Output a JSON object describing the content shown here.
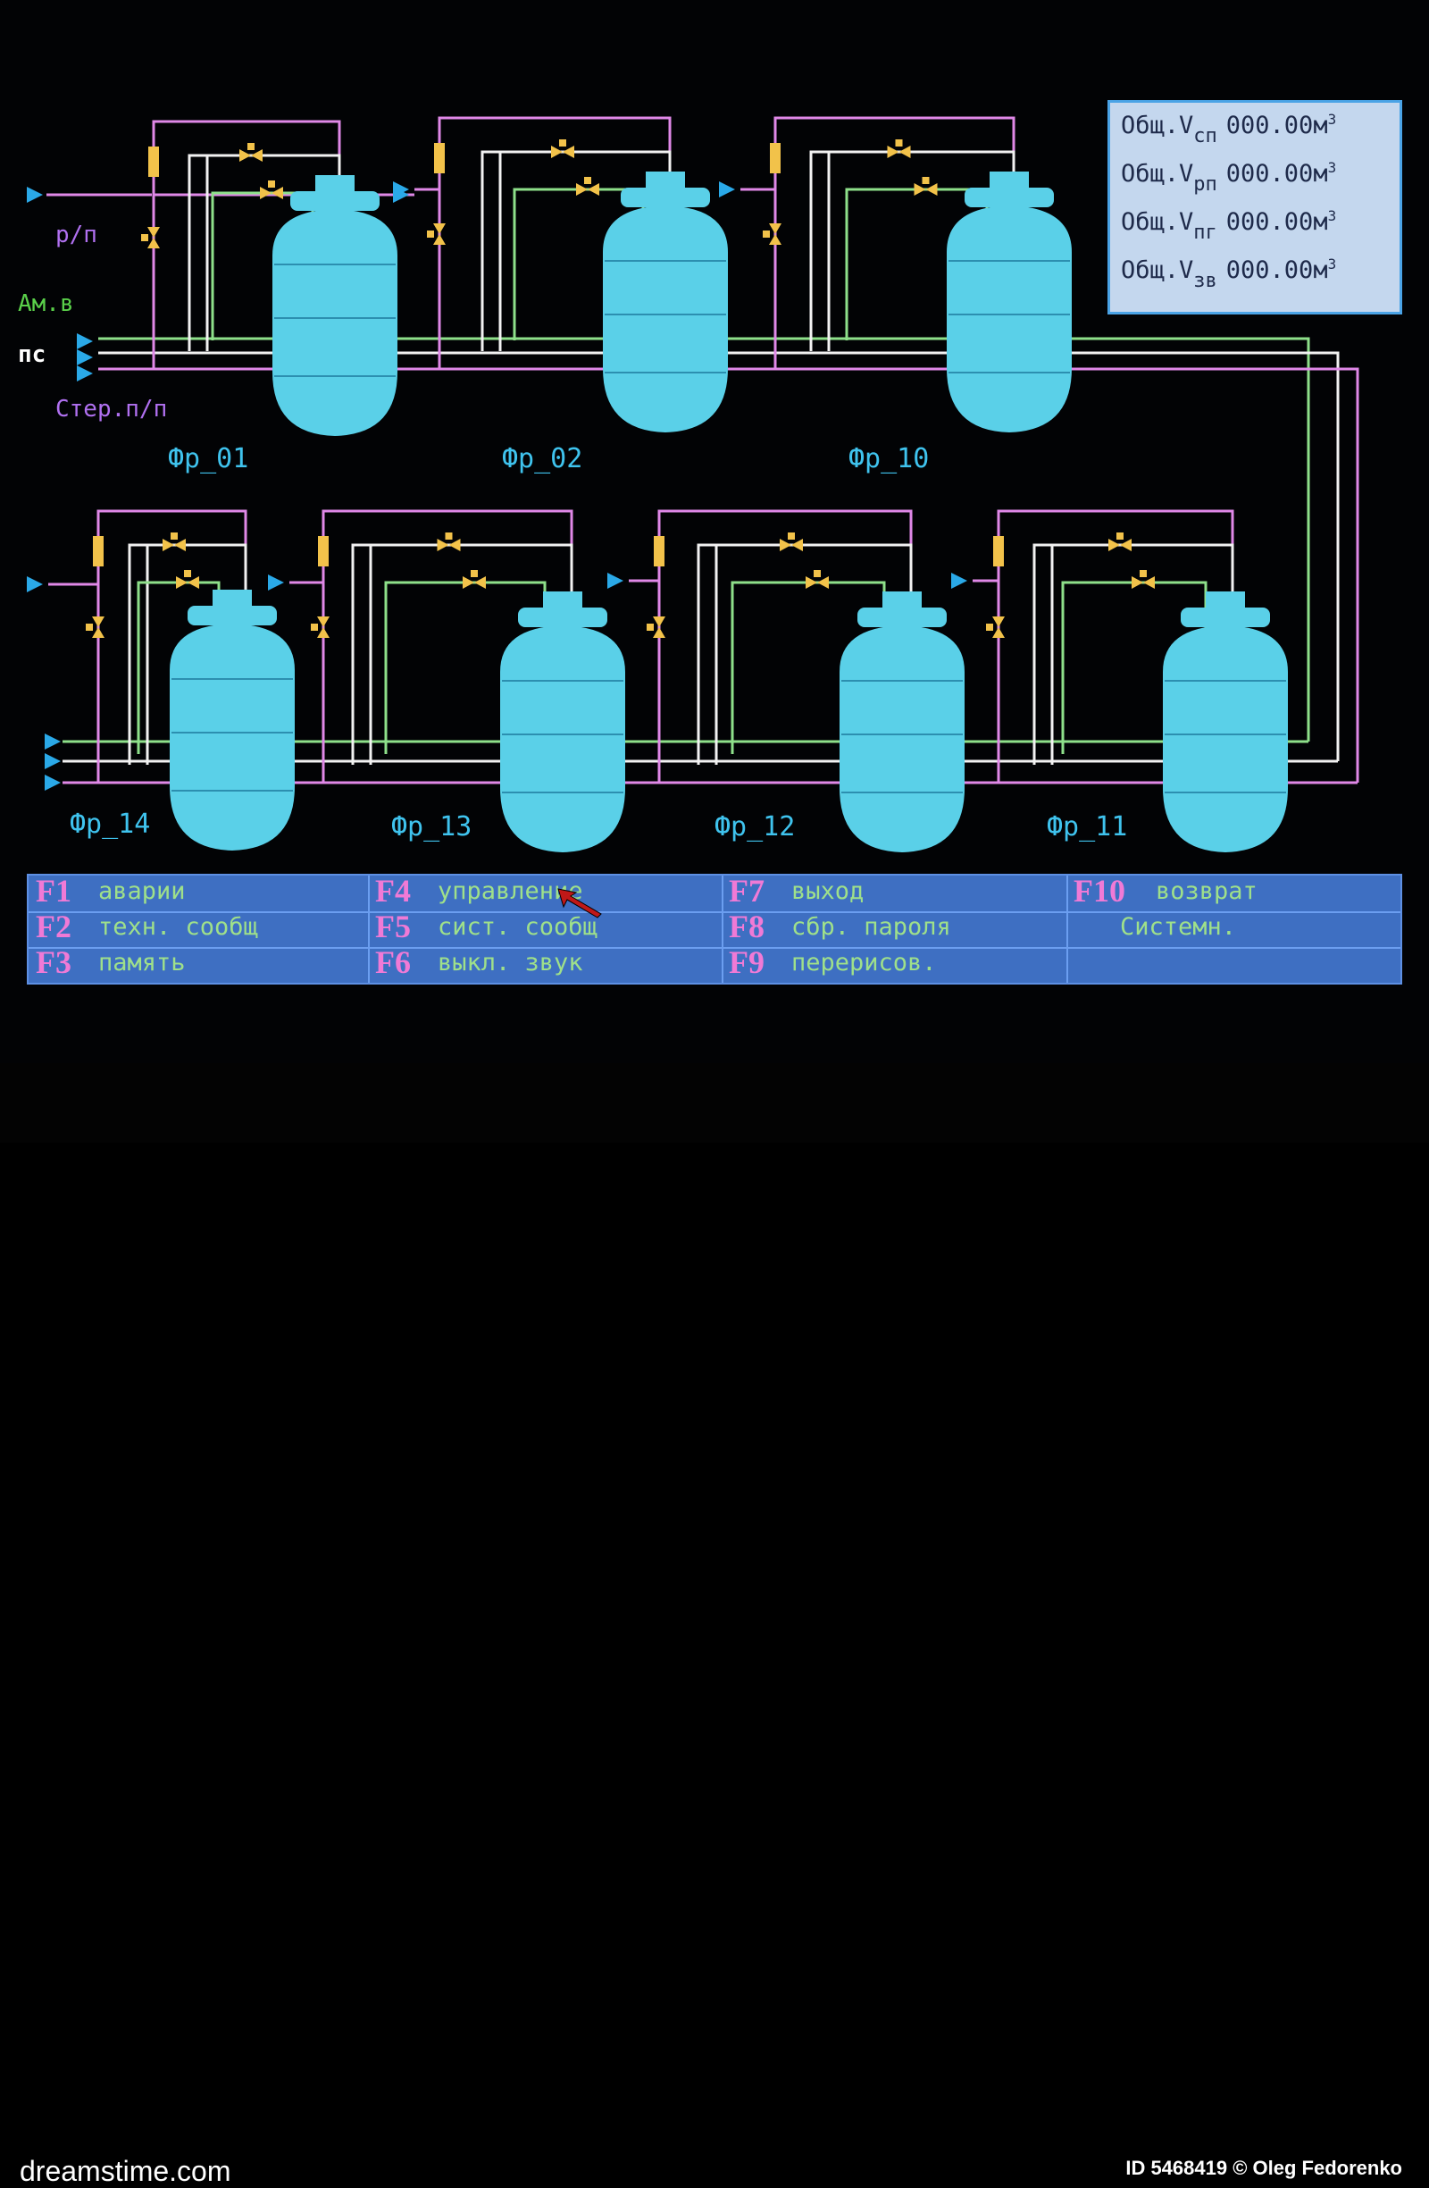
{
  "side_labels": {
    "rp": "р/п",
    "amv": "Ам.в",
    "ps": "пс",
    "ster": "Стер.п/п"
  },
  "fermenters": [
    {
      "label": "Фр_01"
    },
    {
      "label": "Фр_02"
    },
    {
      "label": "Фр_10"
    },
    {
      "label": "Фр_14"
    },
    {
      "label": "Фр_13"
    },
    {
      "label": "Фр_12"
    },
    {
      "label": "Фр_11"
    }
  ],
  "summary": {
    "rows": [
      {
        "name": "Общ.V",
        "sub": "сп",
        "value": "000.00м",
        "sup": "3"
      },
      {
        "name": "Общ.V",
        "sub": "рп",
        "value": "000.00м",
        "sup": "3"
      },
      {
        "name": "Общ.V",
        "sub": "пг",
        "value": "000.00м",
        "sup": "3"
      },
      {
        "name": "Общ.V",
        "sub": "зв",
        "value": "000.00м",
        "sup": "3"
      }
    ]
  },
  "function_keys": [
    {
      "key": "F1",
      "label": "аварии"
    },
    {
      "key": "F2",
      "label": "техн. сообщ"
    },
    {
      "key": "F3",
      "label": "память"
    },
    {
      "key": "F4",
      "label": "управление"
    },
    {
      "key": "F5",
      "label": "сист. сообщ"
    },
    {
      "key": "F6",
      "label": "выкл.  звук"
    },
    {
      "key": "F7",
      "label": "выход"
    },
    {
      "key": "F8",
      "label": "сбр. пароля"
    },
    {
      "key": "F9",
      "label": "перерисов."
    },
    {
      "key": "F10",
      "label": "возврат"
    },
    {
      "key": "",
      "label": "Системн."
    }
  ],
  "footer": {
    "logo": "dreamstime.com",
    "credit": "ID 5468419 © Oleg Fedorenko"
  },
  "colors": {
    "tank": "#5ad0e8",
    "pipe_pink": "#e088e8",
    "pipe_white": "#f2f2f2",
    "pipe_green": "#8ee08a",
    "valve": "#f2c24a",
    "arrow": "#2aa9e8",
    "panel": "#3e6fc2",
    "fkey": "#f07ad6",
    "fkey_text": "#9fe08a"
  }
}
